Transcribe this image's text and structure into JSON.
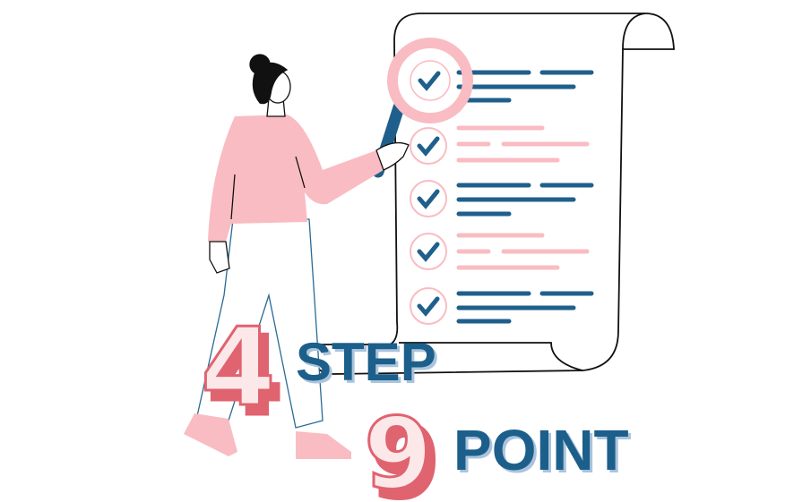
{
  "headline": {
    "number_1": "4",
    "word_1": "STEP",
    "number_2": "9",
    "word_2": "POINT"
  },
  "colors": {
    "blue": "#1f5f8b",
    "shadow_blue": "#a9c4dc",
    "pink": "#f9bcc2",
    "red": "#e06470",
    "light_pink": "#fde8e9",
    "outline": "#111111"
  },
  "checklist": {
    "item_count": 5,
    "checked_count": 5
  }
}
